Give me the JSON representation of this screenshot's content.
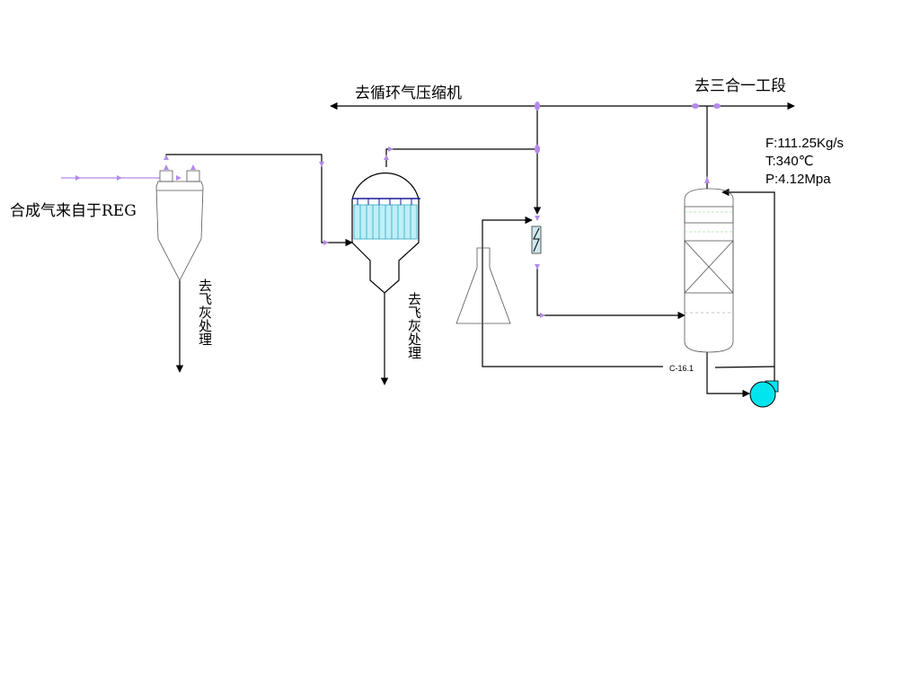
{
  "labels": {
    "feed": "合成气来自于REG",
    "to_recycle_compressor": "去循环气压缩机",
    "to_three_in_one": "去三合一工段",
    "ash1": "去飞灰处理",
    "ash2": "去飞灰处理",
    "column_tag": "C-16.1",
    "flow": "F:111.25Kg/s",
    "temp": "T:340℃",
    "pressure": "P:4.12Mpa"
  },
  "colors": {
    "line": "#000000",
    "marker": "#b48be8",
    "tubes": "#bfeff7",
    "pump": "#00e5ee",
    "header": "#1a1a99"
  }
}
